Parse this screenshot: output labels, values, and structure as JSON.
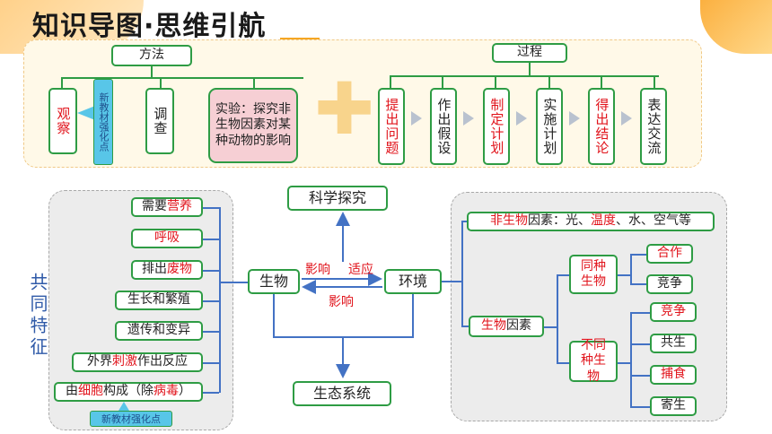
{
  "header": {
    "title": "知识导图·思维引航"
  },
  "method": {
    "heading": "方法",
    "observe_prefix": "观",
    "observe_suffix": "察",
    "new_note": "新教材强化点",
    "survey": "调查",
    "experiment": "实验：探究非生物因素对某种动物的影响"
  },
  "process": {
    "heading": "过程",
    "steps": [
      "提出问题",
      "作出假设",
      "制定计划",
      "实施计划",
      "得出结论",
      "表达交流"
    ]
  },
  "traits": {
    "side_label": "共同特征",
    "items": [
      {
        "pre": "需要",
        "hl": "营养",
        "post": ""
      },
      {
        "pre": "",
        "hl": "呼吸",
        "post": ""
      },
      {
        "pre": "排出",
        "hl": "废物",
        "post": ""
      },
      {
        "pre": "生长和繁殖",
        "hl": "",
        "post": ""
      },
      {
        "pre": "遗传和变异",
        "hl": "",
        "post": ""
      },
      {
        "pre": "外界",
        "hl": "刺激",
        "post": "作出反应"
      }
    ],
    "cell": {
      "pre": "由",
      "hl1": "细胞",
      "mid": "构成（除",
      "hl2": "病毒",
      "post": "）"
    },
    "new_note": "新教材强化点"
  },
  "center": {
    "science": "科学探究",
    "organism": "生物",
    "environment": "环境",
    "ecosystem": "生态系统",
    "influence_top": "影响",
    "adapt": "适应",
    "influence_bottom": "影响"
  },
  "factors": {
    "abiotic": {
      "hl": "非生物",
      "text": "因素：光、",
      "hl2": "温度",
      "text2": "、水、空气等"
    },
    "biotic": {
      "hl": "生物",
      "text": "因素"
    },
    "same_species": "同种生物",
    "diff_species": "不同种生物",
    "same_relations": [
      "合作",
      "竞争"
    ],
    "diff_relations": [
      "竞争",
      "共生",
      "捕食",
      "寄生"
    ]
  },
  "colors": {
    "accent_red": "#e1141c",
    "box_border": "#2e9c44",
    "line_blue": "#4372c4"
  }
}
